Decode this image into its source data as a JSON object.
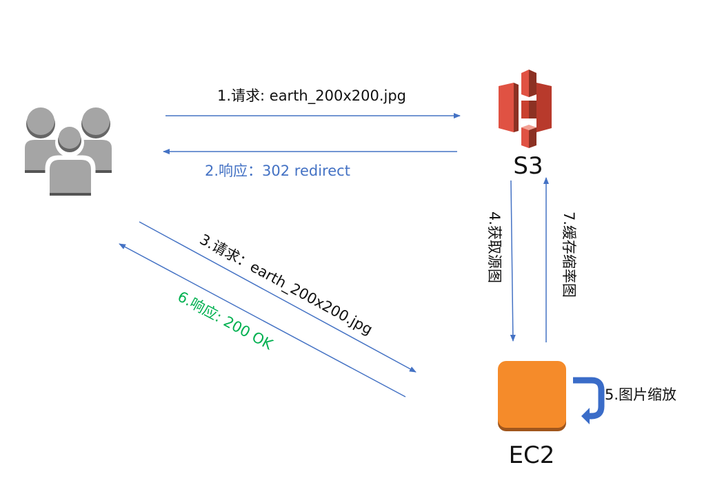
{
  "colors": {
    "blue": "#4472C4",
    "green": "#00B050",
    "black": "#111111",
    "s3": "#E05243",
    "ec2": "#F58B2A",
    "users": "#A5A5A5"
  },
  "nodes": {
    "users": {
      "icon": "users-icon"
    },
    "s3": {
      "label": "S3",
      "icon": "s3-bucket-icon"
    },
    "ec2": {
      "label": "EC2",
      "icon": "ec2-instance-icon"
    }
  },
  "steps": {
    "s1": "1.请求: earth_200x200.jpg",
    "s2": "2.响应：302 redirect",
    "s3": "3.请求：earth_200x200.jpg",
    "s4": "4.获取源图",
    "s5": "5.图片缩放",
    "s6": "6.响应: 200 OK",
    "s7": "7.缓存缩率图"
  }
}
